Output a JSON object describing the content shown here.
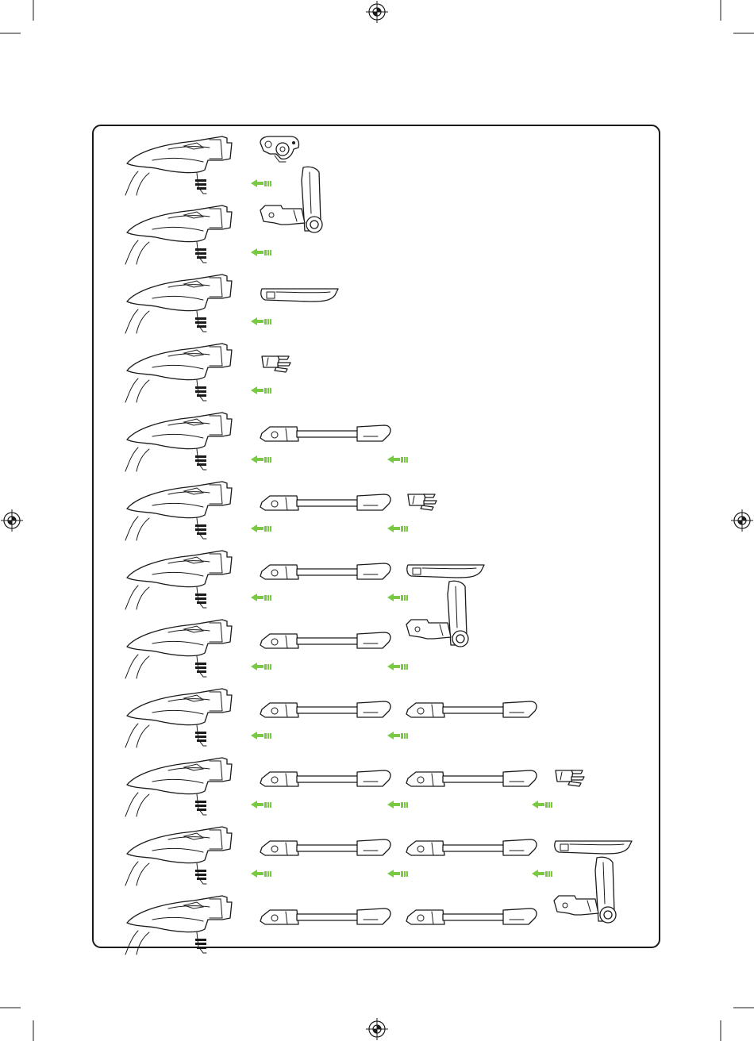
{
  "colors": {
    "arrow": "#7ac943",
    "line": "#1a1a1a",
    "frame": "#1a1a1a",
    "background": "#ffffff"
  },
  "rows": [
    {
      "accessories": [
        "pet-tool"
      ],
      "arrows": 1
    },
    {
      "accessories": [
        "floor-brush"
      ],
      "arrows": 1
    },
    {
      "accessories": [
        "crevice-tool"
      ],
      "arrows": 1
    },
    {
      "accessories": [
        "dusting-brush"
      ],
      "arrows": 1
    },
    {
      "accessories": [
        "extension-tube"
      ],
      "arrows": 2
    },
    {
      "accessories": [
        "extension-tube",
        "dusting-brush"
      ],
      "arrows": 2
    },
    {
      "accessories": [
        "extension-tube",
        "crevice-tool"
      ],
      "arrows": 2
    },
    {
      "accessories": [
        "extension-tube",
        "floor-brush"
      ],
      "arrows": 2
    },
    {
      "accessories": [
        "extension-tube",
        "extension-tube"
      ],
      "arrows": 2
    },
    {
      "accessories": [
        "extension-tube",
        "extension-tube",
        "dusting-brush"
      ],
      "arrows": 3
    },
    {
      "accessories": [
        "extension-tube",
        "extension-tube",
        "crevice-tool"
      ],
      "arrows": 3
    },
    {
      "accessories": [
        "extension-tube",
        "extension-tube",
        "floor-brush"
      ],
      "arrows": 0
    }
  ]
}
